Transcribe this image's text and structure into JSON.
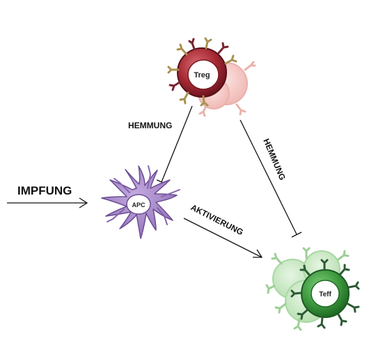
{
  "labels": {
    "impfung": "IMPFUNG",
    "hemmung_left": "HEMMUNG",
    "hemmung_right": "HEMMUNG",
    "aktivierung": "AKTIVIERUNG"
  },
  "cells": {
    "treg": "Treg",
    "apc": "APC",
    "teff": "Teff"
  },
  "colors": {
    "treg": "#8e1f2a",
    "apc": "#8c6bb0",
    "teff": "#3d8f3d",
    "arrows": "#111111"
  }
}
